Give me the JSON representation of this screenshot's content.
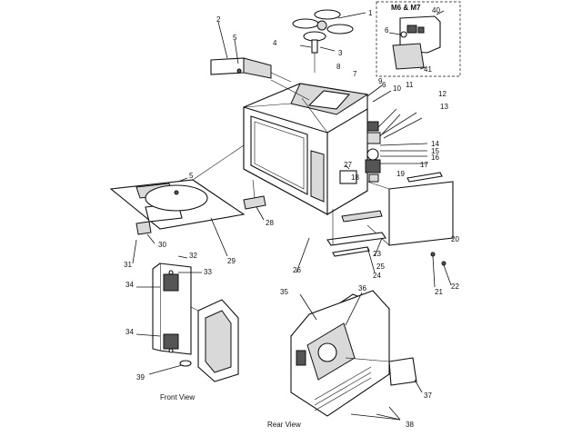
{
  "labels": [
    "1",
    "2",
    "3",
    "4",
    "5",
    "5",
    "6",
    "7",
    "8",
    "9",
    "10",
    "11",
    "12",
    "13",
    "14",
    "15",
    "16",
    "17",
    "18",
    "19",
    "20",
    "21",
    "22",
    "23",
    "24",
    "25",
    "26",
    "27",
    "28",
    "29",
    "30",
    "31",
    "32",
    "33",
    "34",
    "34",
    "35",
    "36",
    "37",
    "38",
    "39",
    "40",
    "41"
  ],
  "inset": {
    "title": "M6 & M7",
    "labels": [
      "40",
      "6",
      "41"
    ]
  },
  "captions": {
    "front": "Front View",
    "rear": "Rear View"
  }
}
